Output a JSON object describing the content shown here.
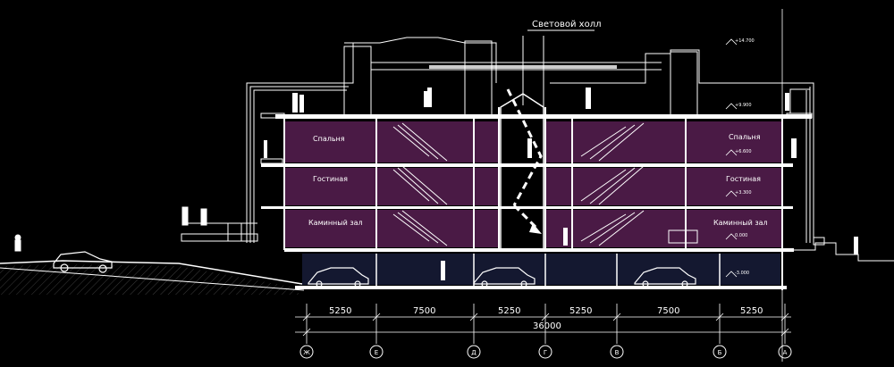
{
  "title": "Световой холл",
  "rooms": {
    "left_top": "Спальня",
    "left_mid": "Гостиная",
    "left_low": "Каминный зал",
    "right_top": "Спальня",
    "right_mid": "Гостиная",
    "right_low": "Каминный зал"
  },
  "levels": {
    "roof": "+14.700",
    "l3": "+9.900",
    "l2": "+6.600",
    "l1": "+3.300",
    "ground": "0.000",
    "basement": "-3.000"
  },
  "dimensions": {
    "spans": [
      "5250",
      "7500",
      "5250",
      "5250",
      "7500",
      "5250"
    ],
    "total": "36000"
  },
  "axes": [
    "Ж",
    "Е",
    "Д",
    "Г",
    "В",
    "Б",
    "А"
  ],
  "colors": {
    "background": "#000000",
    "room_fill": "#4a1a45",
    "basement_fill": "#141830",
    "line": "#ffffff"
  }
}
